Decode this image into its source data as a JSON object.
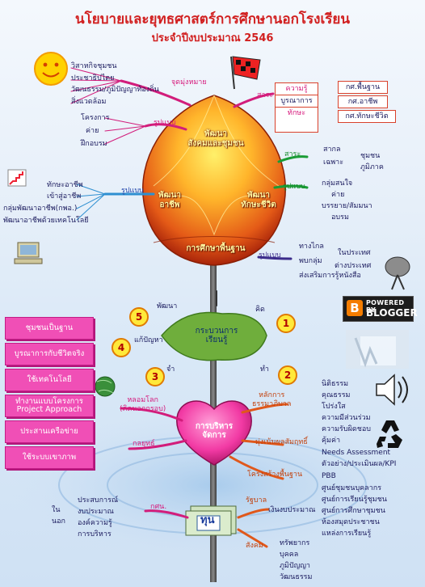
{
  "title": "นโยบายและยุทธศาสตร์การศึกษานอกโรงเรียน",
  "subtitle": "ประจำปีงบประมาณ 2546",
  "flower": {
    "petal_top": "พัฒนา\nสังคมและชุมชน",
    "petal_left": "พัฒนา\nอาชีพ",
    "petal_right": "พัฒนา\nทักษะชีวิต",
    "base": "การศึกษาพื้นฐาน"
  },
  "top_left": {
    "branch": "จุดมุ่งหมาย",
    "items": [
      "วิสาหกิจชุมชน",
      "ประชาธิปไตย",
      "วัฒนธรรม/ภูมิปัญญาท้องถิ่น",
      "สิ่งแวดล้อม"
    ]
  },
  "top_right": {
    "branch": "สาระ",
    "labels": [
      "ความรู้",
      "บูรณาการ",
      "ทักษะ"
    ],
    "boxes": [
      "กศ.พื้นฐาน",
      "กศ.อาชีพ",
      "กศ.ทักษะชีวิต"
    ]
  },
  "left_upper": {
    "branch": "รูปแบบ",
    "items": [
      "โครงการ",
      "ค่าย",
      "ฝึกอบรม"
    ]
  },
  "right_mid": {
    "sara_branch": "สาระ",
    "sara_items": [
      "สากล",
      "ชุมชน",
      "เฉพาะ",
      "ภูมิภาค"
    ],
    "form_branch": "รูปแบบ",
    "form_items": [
      "กลุ่มสนใจ",
      "ค่าย",
      "บรรยาย/สัมมนา",
      "อบรม"
    ]
  },
  "left_mid": {
    "branch": "รูปแบบ",
    "items": [
      "ทักษะอาชีพ",
      "เข้าสู่อาชีพ",
      "กลุ่มพัฒนาอาชีพ(กพอ.)",
      "พัฒนาอาชีพด้วยเทคโนโลยี"
    ]
  },
  "right_low": {
    "branch": "รูปแบบ",
    "items": [
      "ทางไกล",
      "ในประเทศ",
      "พบกลุ่ม",
      "ต่างประเทศ",
      "ส่งเสริมการรู้หนังสือ"
    ]
  },
  "process": {
    "center": "กระบวนการ\nเรียนรู้",
    "steps": [
      {
        "n": "1",
        "label": "คิด"
      },
      {
        "n": "2",
        "label": "ทำ"
      },
      {
        "n": "3",
        "label": "จำ"
      },
      {
        "n": "4",
        "label": "แก้ปัญหา"
      },
      {
        "n": "5",
        "label": "พัฒนา"
      }
    ]
  },
  "pink_list": [
    "ชุมชนเป็นฐาน",
    "บูรณาการกับชีวิตจริง",
    "ใช้เทคโนโลยี",
    "ทำงานแบบโครงการ\nProject Approach",
    "ประสานเครือข่าย",
    "ใช้ระบบเขาภาพ"
  ],
  "heart": {
    "center": "การบริหาร\nจัดการ",
    "left_branch_1": "หลอมโลก\n(คิดนอกกรอบ)",
    "left_branch_2": "กลยุทธ์",
    "good_gov": "หลักการ\nธรรมาภิบาล",
    "good_gov_items": [
      "นิติธรรม",
      "คุณธรรม",
      "โปร่งใส",
      "ความมีส่วนร่วม",
      "ความรับผิดชอบ",
      "คุ้มค่า"
    ],
    "results": "มุ่งเน้นผลสัมฤทธิ์",
    "results_items": [
      "Needs Assessment",
      "ตัวอย่าง/ประเมินผล/KPI",
      "PBB"
    ],
    "structure": "โครงสร้างพื้นฐาน",
    "structure_items": [
      "ศูนย์ชุมชนบุคลากร",
      "ศูนย์การเรียนรู้ชุมชน",
      "ศูนย์การศึกษาชุมชน",
      "ห้องสมุดประชาชน",
      "แหล่งการเรียนรู้"
    ]
  },
  "money": {
    "label": "ทุน",
    "left_branch": "กศน.",
    "left_items": [
      "ประสบการณ์",
      "งบประมาณ",
      "องค์ความรู้",
      "การบริหาร"
    ],
    "left_group": [
      "ใน",
      "นอก"
    ],
    "gov": "รัฐบาล",
    "gov_items": [
      "เงินงบประมาณ"
    ],
    "society": "สังคม",
    "society_items": [
      "ทรัพยากร",
      "บุคคล",
      "ภูมิปัญญา",
      "วัฒนธรรม"
    ]
  },
  "badge": {
    "line1": "POWERED BY",
    "line2": "BLOGGER",
    "letter": "B"
  },
  "colors": {
    "title": "#d11f1f",
    "pink": "#f04fb6",
    "green_leaf": "#3f8f2e",
    "flower_top": "#ffd24a",
    "flower_bottom": "#c8380d"
  }
}
